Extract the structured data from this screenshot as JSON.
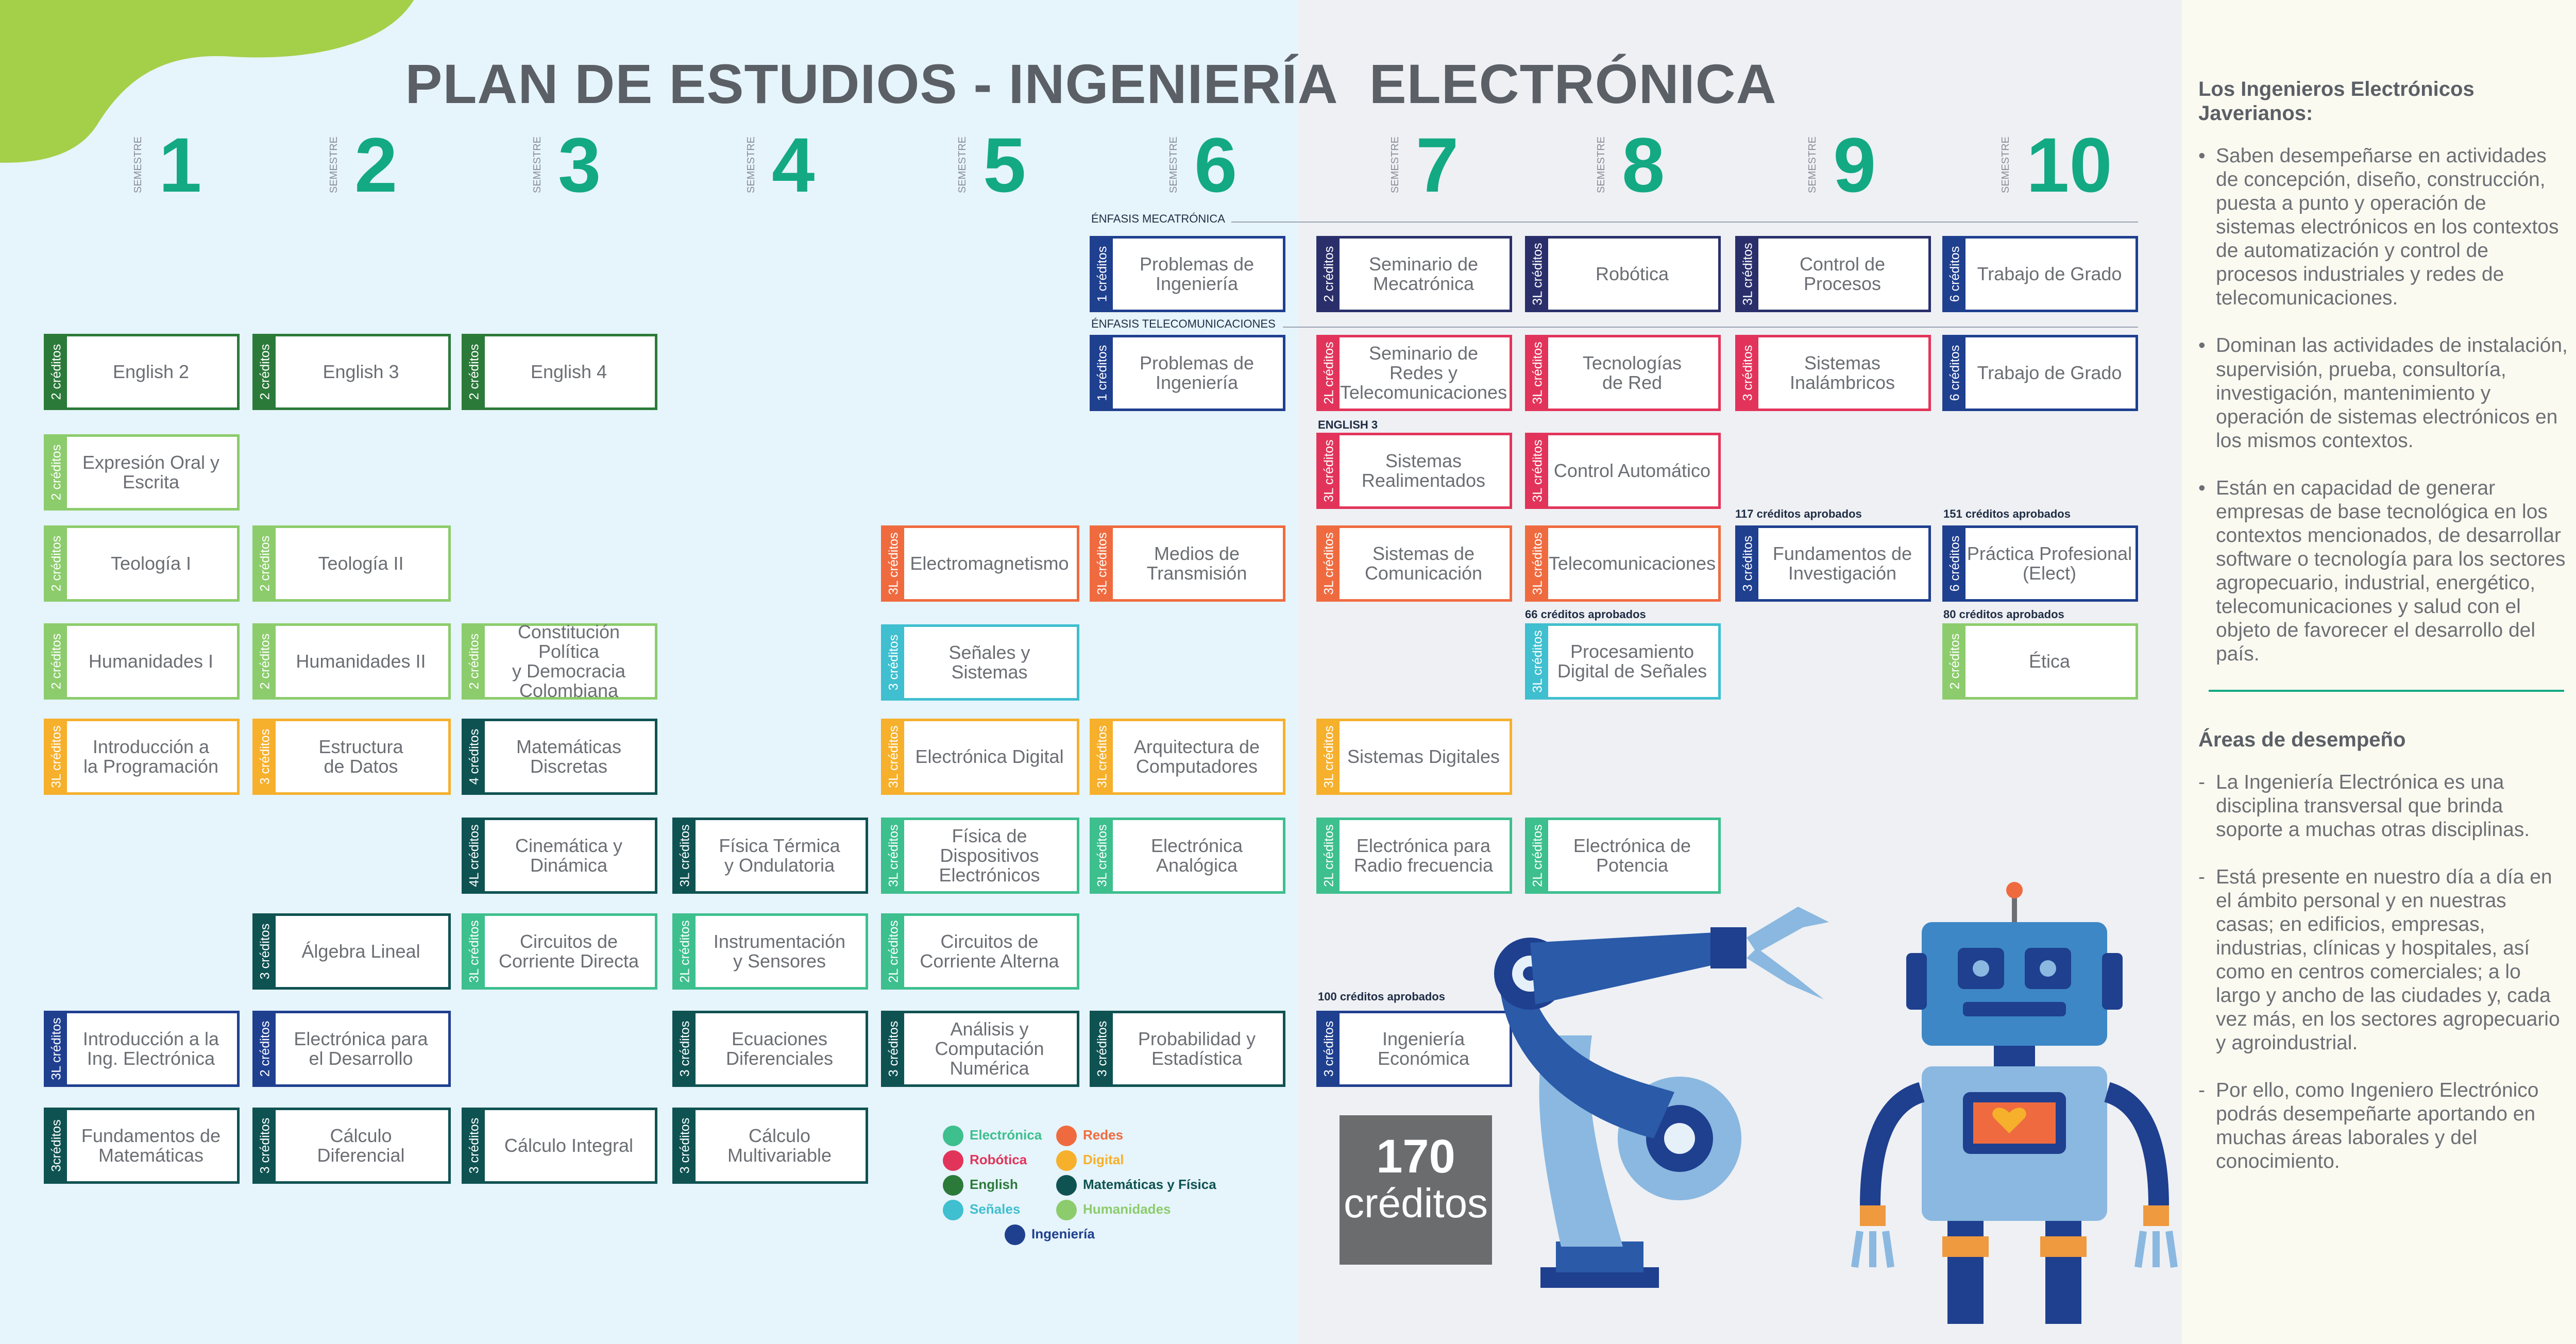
{
  "title": {
    "part1": "PLAN DE ESTUDIOS - INGENIERÍA",
    "part2": "ELECTRÓNICA"
  },
  "semester_label": "SEMESTRE",
  "semesters": [
    "1",
    "2",
    "3",
    "4",
    "5",
    "6",
    "7",
    "8",
    "9",
    "10"
  ],
  "tracks": {
    "mecatronica": "ÉNFASIS MECATRÓNICA",
    "telecom": "ÉNFASIS TELECOMUNICACIONES"
  },
  "courses": [
    {
      "id": "english2",
      "name": "English 2",
      "credits": "2 créditos",
      "area": "english"
    },
    {
      "id": "english3",
      "name": "English 3",
      "credits": "2 créditos",
      "area": "english"
    },
    {
      "id": "english4",
      "name": "English 4",
      "credits": "2 créditos",
      "area": "english"
    },
    {
      "id": "expresion",
      "name": "Expresión Oral y\nEscrita",
      "credits": "2 créditos",
      "area": "humanidades"
    },
    {
      "id": "teologia1",
      "name": "Teología I",
      "credits": "2 créditos",
      "area": "humanidades"
    },
    {
      "id": "teologia2",
      "name": "Teología II",
      "credits": "2 créditos",
      "area": "humanidades"
    },
    {
      "id": "humanidades1",
      "name": "Humanidades I",
      "credits": "2 créditos",
      "area": "humanidades"
    },
    {
      "id": "humanidades2",
      "name": "Humanidades II",
      "credits": "2 créditos",
      "area": "humanidades"
    },
    {
      "id": "constitucion",
      "name": "Constitución Política\ny Democracia\nColombiana",
      "credits": "2 créditos",
      "area": "humanidades"
    },
    {
      "id": "intro_prog",
      "name": "Introducción a\nla Programación",
      "credits": "3L créditos",
      "area": "digital"
    },
    {
      "id": "estructura",
      "name": "Estructura\nde Datos",
      "credits": "3 créditos",
      "area": "digital"
    },
    {
      "id": "discretas",
      "name": "Matemáticas\nDiscretas",
      "credits": "4 créditos",
      "area": "matematicas"
    },
    {
      "id": "cinematica",
      "name": "Cinemática y\nDinámica",
      "credits": "4L créditos",
      "area": "matematicas"
    },
    {
      "id": "fisica_termica",
      "name": "Física Térmica\ny Ondulatoria",
      "credits": "3L créditos",
      "area": "matematicas"
    },
    {
      "id": "algebra",
      "name": "Álgebra Lineal",
      "credits": "3 créditos",
      "area": "matematicas"
    },
    {
      "id": "circuitos_dc",
      "name": "Circuitos de\nCorriente Directa",
      "credits": "3L créditos",
      "area": "electronica"
    },
    {
      "id": "instrumentacion",
      "name": "Instrumentación\ny Sensores",
      "credits": "2L créditos",
      "area": "electronica"
    },
    {
      "id": "intro_ing",
      "name": "Introducción a la\nIng. Electrónica",
      "credits": "3L créditos",
      "area": "ingenieria"
    },
    {
      "id": "elec_desarrollo",
      "name": "Electrónica para\nel Desarrollo",
      "credits": "2 créditos",
      "area": "ingenieria"
    },
    {
      "id": "ecuaciones",
      "name": "Ecuaciones\nDiferenciales",
      "credits": "3 créditos",
      "area": "matematicas"
    },
    {
      "id": "fundamentos_mat",
      "name": "Fundamentos de\nMatemáticas",
      "credits": "3créditos",
      "area": "matematicas"
    },
    {
      "id": "calculo_dif",
      "name": "Cálculo\nDiferencial",
      "credits": "3 créditos",
      "area": "matematicas"
    },
    {
      "id": "calculo_int",
      "name": "Cálculo Integral",
      "credits": "3 créditos",
      "area": "matematicas"
    },
    {
      "id": "calculo_multi",
      "name": "Cálculo\nMultivariable",
      "credits": "3 créditos",
      "area": "matematicas"
    },
    {
      "id": "electromagnetismo",
      "name": "Electromagnetismo",
      "credits": "3L créditos",
      "area": "redes"
    },
    {
      "id": "senales",
      "name": "Señales y\nSistemas",
      "credits": "3 créditos",
      "area": "senales"
    },
    {
      "id": "elec_digital",
      "name": "Electrónica Digital",
      "credits": "3L créditos",
      "area": "digital"
    },
    {
      "id": "fisica_disp",
      "name": "Física de\nDispositivos\nElectrónicos",
      "credits": "3L créditos",
      "area": "electronica"
    },
    {
      "id": "circuitos_ac",
      "name": "Circuitos de\nCorriente Alterna",
      "credits": "2L créditos",
      "area": "electronica"
    },
    {
      "id": "analisis_num",
      "name": "Análisis y\nComputación\nNumérica",
      "credits": "3 créditos",
      "area": "matematicas"
    },
    {
      "id": "problemas_meca",
      "name": "Problemas de\nIngeniería",
      "credits": "1 créditos",
      "area": "ingenieria"
    },
    {
      "id": "problemas_tele",
      "name": "Problemas de\nIngeniería",
      "credits": "1 créditos",
      "area": "ingenieria"
    },
    {
      "id": "medios",
      "name": "Medios de\nTransmisión",
      "credits": "3L créditos",
      "area": "redes"
    },
    {
      "id": "arquitectura",
      "name": "Arquitectura de\nComputadores",
      "credits": "3L créditos",
      "area": "digital"
    },
    {
      "id": "elec_analogica",
      "name": "Electrónica\nAnalógica",
      "credits": "3L créditos",
      "area": "electronica"
    },
    {
      "id": "probabilidad",
      "name": "Probabilidad y\nEstadística",
      "credits": "3 créditos",
      "area": "matematicas"
    },
    {
      "id": "seminario_meca",
      "name": "Seminario de\nMecatrónica",
      "credits": "2 créditos",
      "area": "mecatronica"
    },
    {
      "id": "seminario_redes",
      "name": "Seminario de\nRedes y\nTelecomunicaciones",
      "credits": "2L créditos",
      "area": "robotica"
    },
    {
      "id": "sistemas_real",
      "name": "Sistemas\nRealimentados",
      "credits": "3L créditos",
      "area": "robotica"
    },
    {
      "id": "sistemas_com",
      "name": "Sistemas de\nComunicación",
      "credits": "3L créditos",
      "area": "redes"
    },
    {
      "id": "sistemas_dig",
      "name": "Sistemas Digitales",
      "credits": "3L créditos",
      "area": "digital"
    },
    {
      "id": "radiofrecuencia",
      "name": "Electrónica para\nRadio frecuencia",
      "credits": "2L créditos",
      "area": "electronica"
    },
    {
      "id": "ing_economica",
      "name": "Ingeniería\nEconómica",
      "credits": "3 créditos",
      "area": "ingenieria"
    },
    {
      "id": "robotica",
      "name": "Robótica",
      "credits": "3L créditos",
      "area": "mecatronica"
    },
    {
      "id": "tec_red",
      "name": "Tecnologías\nde Red",
      "credits": "3L créditos",
      "area": "robotica"
    },
    {
      "id": "control_auto",
      "name": "Control Automático",
      "credits": "3L créditos",
      "area": "robotica"
    },
    {
      "id": "telecomunicaciones",
      "name": "Telecomunicaciones",
      "credits": "3L créditos",
      "area": "redes"
    },
    {
      "id": "procesamiento",
      "name": "Procesamiento\nDigital de Señales",
      "credits": "3L créditos",
      "area": "senales"
    },
    {
      "id": "potencia",
      "name": "Electrónica de\nPotencia",
      "credits": "2L créditos",
      "area": "electronica"
    },
    {
      "id": "control_proc",
      "name": "Control de\nProcesos",
      "credits": "3L créditos",
      "area": "mecatronica"
    },
    {
      "id": "inalambricos",
      "name": "Sistemas\nInalámbricos",
      "credits": "3 créditos",
      "area": "robotica"
    },
    {
      "id": "fund_invest",
      "name": "Fundamentos de\nInvestigación",
      "credits": "3 créditos",
      "area": "ingenieria"
    },
    {
      "id": "trabajo_meca",
      "name": "Trabajo de Grado",
      "credits": "6 créditos",
      "area": "ingenieria"
    },
    {
      "id": "trabajo_tele",
      "name": "Trabajo de Grado",
      "credits": "6 créditos",
      "area": "ingenieria"
    },
    {
      "id": "practica",
      "name": "Práctica Profesional\n(Elect)",
      "credits": "6 créditos",
      "area": "ingenieria"
    },
    {
      "id": "etica",
      "name": "Ética",
      "credits": "2 créditos",
      "area": "humanidades"
    }
  ],
  "notes": {
    "english3": "ENGLISH 3",
    "n100": "100 créditos aprobados",
    "n66": "66 créditos aprobados",
    "n117": "117 créditos aprobados",
    "n151": "151 créditos aprobados",
    "n80": "80 créditos aprobados"
  },
  "legend": [
    {
      "key": "electronica",
      "label": "Electrónica"
    },
    {
      "key": "redes",
      "label": "Redes"
    },
    {
      "key": "robotica",
      "label": "Robótica"
    },
    {
      "key": "digital",
      "label": "Digital"
    },
    {
      "key": "english",
      "label": "English"
    },
    {
      "key": "matematicas",
      "label": "Matemáticas y Física"
    },
    {
      "key": "senales",
      "label": "Señales"
    },
    {
      "key": "humanidades",
      "label": "Humanidades"
    },
    {
      "key": "ingenieria",
      "label": "Ingeniería"
    }
  ],
  "colors": {
    "electronica": "#3dbf8e",
    "redes": "#ef6b3f",
    "robotica": "#e2345a",
    "digital": "#f6b02c",
    "english": "#2b7a3a",
    "matematicas": "#0f5252",
    "senales": "#3fbfcf",
    "humanidades": "#8ccc6c",
    "ingenieria": "#1f3f8f",
    "mecatronica": "#2a2f6b",
    "accent": "#13a983",
    "blob": "#a4cf48"
  },
  "total": {
    "number": "170",
    "unit": "créditos"
  },
  "side": {
    "heading1": "Los Ingenieros Electrónicos\nJaverianos:",
    "bullets": [
      "Saben desempeñarse en actividades de concepción, diseño, construcción, puesta a punto y operación de sistemas electrónicos en los contextos de automatización y control de procesos industriales y redes de telecomunicaciones.",
      "Dominan las actividades de instalación, supervisión, prueba, consultoría, investigación, mantenimiento y operación de sistemas electrónicos en los mismos contextos.",
      "Están en capacidad de generar empresas de base tecnológica en los contextos mencionados, de desarrollar software o tecnología para los sectores agropecuario, industrial, energético, telecomunicaciones y salud con el objeto de favorecer el desarrollo del país."
    ],
    "heading2": "Áreas de desempeño",
    "dashes": [
      "La Ingeniería Electrónica es una disciplina transversal que brinda soporte a muchas otras disciplinas.",
      "Está presente en nuestro día a día en el ámbito personal y en nuestras casas; en edificios, empresas, industrias, clínicas y hospitales, así  como en centros comerciales; a lo largo y ancho de las ciudades y, cada vez más, en los sectores agropecuario y agroindustrial.",
      "Por ello, como Ingeniero Electrónico podrás desempeñarte aportando en muchas áreas laborales y del conocimiento."
    ]
  }
}
